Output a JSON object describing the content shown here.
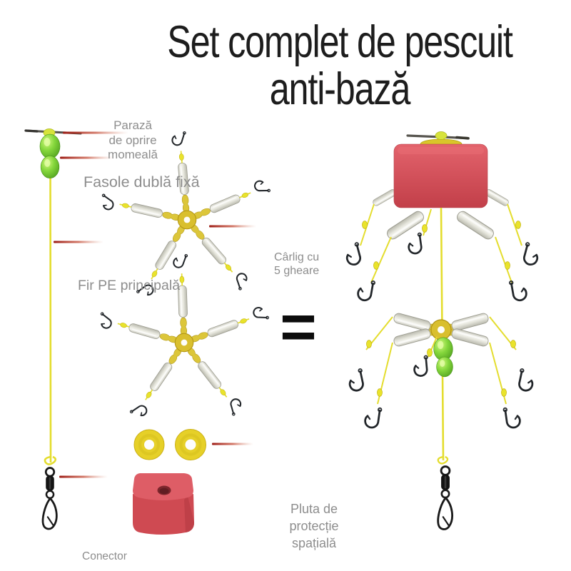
{
  "title": {
    "line1": "Set complet de pescuit",
    "line2": "anti-bază"
  },
  "equals_symbol": "=",
  "labels": {
    "bait_stopper": "Parază\nde oprire\nmomeală",
    "fixed_double_bean": "Fasole dublă fixă",
    "main_pe_line": "Fir PE principală",
    "claw_hook": "Cârlig cu\n5 gheare",
    "space_protection_float": "Pluta de\nprotecție\nspațială",
    "connector": "Conector"
  },
  "colors": {
    "title_text": "#1d1d1d",
    "label_text": "#8d8d8d",
    "pointer_red": "#9c1a13",
    "line_yellow": "#e4dd2e",
    "star_gold": "#d9bf2e",
    "bead_green": "#7fd438",
    "float_red": "#cf4a52",
    "disc_yellow": "#e6d028",
    "hook_black": "#22262a"
  }
}
